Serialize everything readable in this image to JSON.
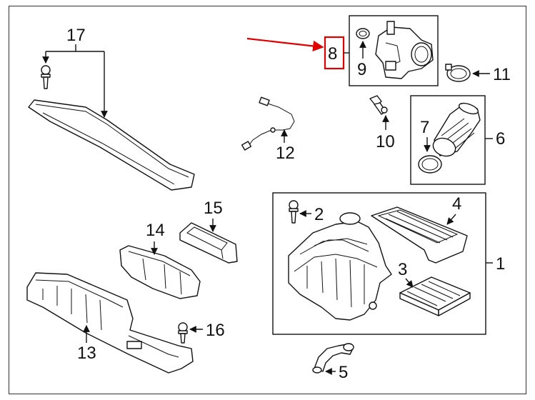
{
  "diagram": {
    "highlight_color": "#e00000",
    "highlighted_callout": "8",
    "callouts": {
      "c1": "1",
      "c2": "2",
      "c3": "3",
      "c4": "4",
      "c5": "5",
      "c6": "6",
      "c7": "7",
      "c8": "8",
      "c9": "9",
      "c10": "10",
      "c11": "11",
      "c12": "12",
      "c13": "13",
      "c14": "14",
      "c15": "15",
      "c16": "16",
      "c17": "17"
    }
  }
}
